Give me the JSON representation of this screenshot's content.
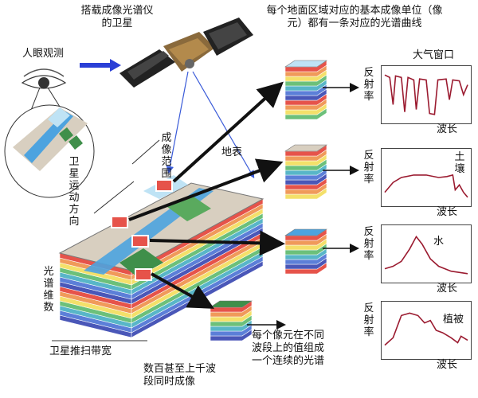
{
  "labels": {
    "satellite_title": "搭载成像光谱仪\n的卫星",
    "pixel_desc": "每个地面区域对应的基本成像单位（像\n元）都有一条对应的光谱曲线",
    "human_eye": "人眼观测",
    "imaging_range": "成像范围",
    "satellite_motion": "卫星运动方向",
    "surface": "地表",
    "spectral_dim": "光谱维数",
    "swath": "卫星推扫带宽",
    "bands_simultaneous": "数百甚至上千波\n段同时成像",
    "continuous_spectrum": "每个像元在不同\n波段上的值组成\n一个连续的光谱"
  },
  "charts": [
    {
      "title": "大气窗口",
      "ylabel": "反射率",
      "xlabel": "波长",
      "curve": "atmos"
    },
    {
      "title": "土壤",
      "ylabel": "反射率",
      "xlabel": "波长",
      "curve": "soil"
    },
    {
      "title": "水",
      "ylabel": "反射率",
      "xlabel": "波长",
      "curve": "water"
    },
    {
      "title": "植被",
      "ylabel": "反射率",
      "xlabel": "波长",
      "curve": "veg"
    }
  ],
  "colors": {
    "curve": "#9b1b30",
    "arrow_blue": "#2a3fd6",
    "line_blue": "#3a5bd8",
    "river": "#4da3df",
    "ground": "#d8cfc0",
    "layers": [
      "#e6534a",
      "#f09a5a",
      "#f4e06a",
      "#6cc07a",
      "#58b6c8",
      "#5c7fd8",
      "#4a57b8"
    ]
  }
}
